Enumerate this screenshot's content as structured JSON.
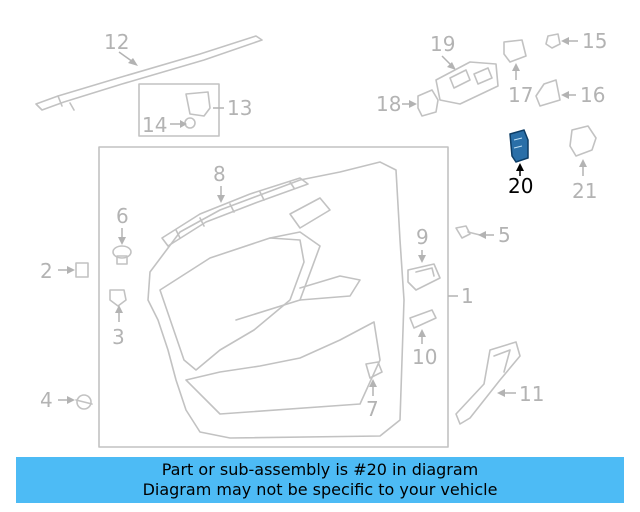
{
  "callouts": {
    "c1": "1",
    "c2": "2",
    "c3": "3",
    "c4": "4",
    "c5": "5",
    "c6": "6",
    "c7": "7",
    "c8": "8",
    "c9": "9",
    "c10": "10",
    "c11": "11",
    "c12": "12",
    "c13": "13",
    "c14": "14",
    "c15": "15",
    "c16": "16",
    "c17": "17",
    "c18": "18",
    "c19": "19",
    "c20": "20",
    "c21": "21"
  },
  "highlight": {
    "part_number": "20",
    "color": "#2a6fa8"
  },
  "banner": {
    "line1": "Part or sub-assembly is #20 in diagram",
    "line2": "Diagram may not be specific to your vehicle",
    "background": "#4dbbf5"
  }
}
